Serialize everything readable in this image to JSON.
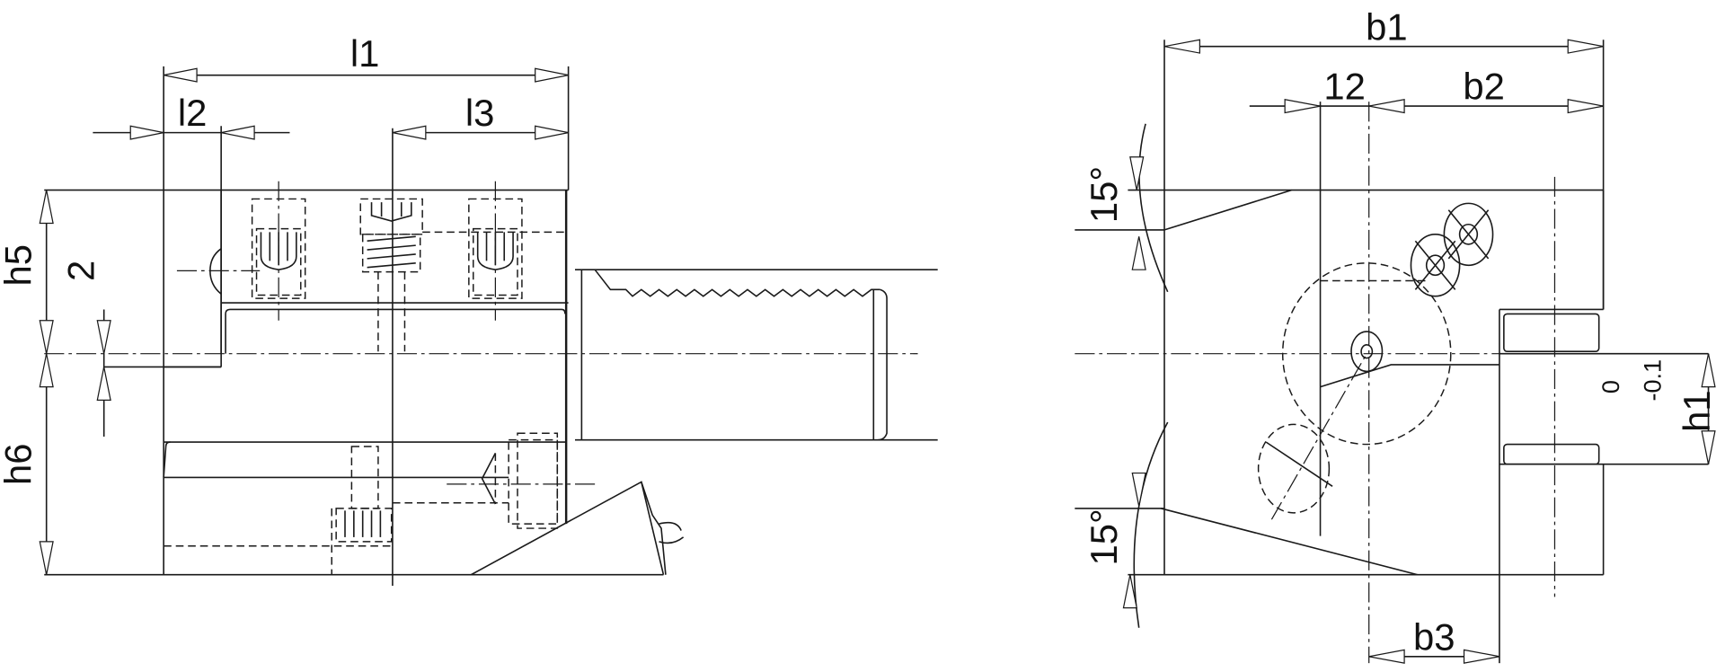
{
  "drawing": {
    "type": "technical-drawing",
    "subject": "VDI tool holder, side view and front view",
    "line_color": "#1a1a1a",
    "background": "#ffffff"
  },
  "side_view": {
    "labels": {
      "l1": "l1",
      "l2": "l2",
      "l3": "l3",
      "h5": "h5",
      "h6": "h6",
      "offset_2": "2"
    }
  },
  "front_view": {
    "labels": {
      "b1": "b1",
      "b2": "b2",
      "b3": "b3",
      "dim_12": "12",
      "h1": "h1",
      "tol_upper": "0",
      "tol_lower": "-0.1",
      "angle_top": "15°",
      "angle_bottom": "15°"
    }
  }
}
